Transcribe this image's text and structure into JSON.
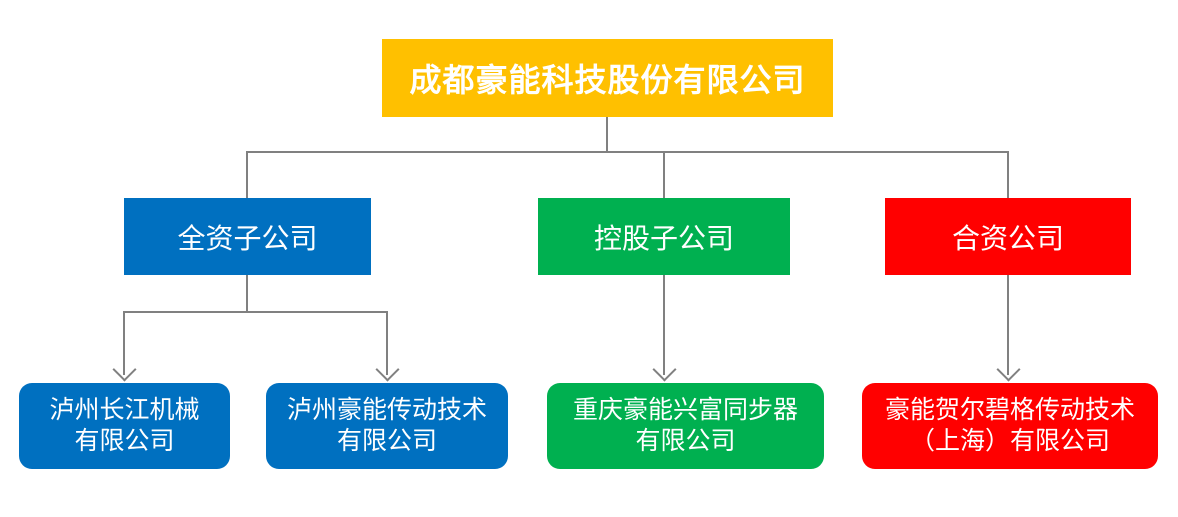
{
  "diagram": {
    "type": "org-chart",
    "root": {
      "label": "成都豪能科技股份有限公司",
      "color": "#FFC000",
      "text_color": "#FFFFFF"
    },
    "level2": [
      {
        "label": "全资子公司",
        "color": "#0070C0"
      },
      {
        "label": "控股子公司",
        "color": "#00B050"
      },
      {
        "label": "合资公司",
        "color": "#FF0000"
      }
    ],
    "level3": [
      {
        "line1": "泸州长江机械",
        "line2": "有限公司",
        "color": "#0070C0",
        "parent": "全资子公司"
      },
      {
        "line1": "泸州豪能传动技术",
        "line2": "有限公司",
        "color": "#0070C0",
        "parent": "全资子公司"
      },
      {
        "line1": "重庆豪能兴富同步器",
        "line2": "有限公司",
        "color": "#00B050",
        "parent": "控股子公司"
      },
      {
        "line1": "豪能贺尔碧格传动技术",
        "line2": "（上海）有限公司",
        "color": "#FF0000",
        "parent": "合资公司"
      }
    ],
    "connector_color": "#808080",
    "background_color": "#FFFFFF"
  }
}
